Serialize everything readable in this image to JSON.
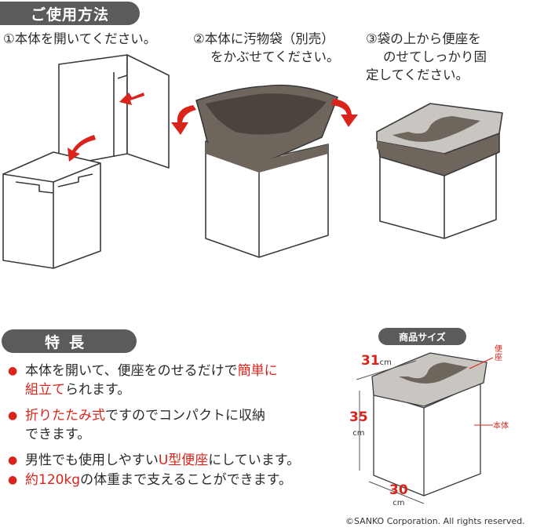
{
  "usage": {
    "title": "ご使用方法",
    "steps": [
      {
        "num": "①",
        "line1": "本体を開いてください。",
        "line2": "",
        "line3": ""
      },
      {
        "num": "②",
        "line1": "本体に汚物袋（別売）",
        "line2": "をかぶせてください。",
        "line3": ""
      },
      {
        "num": "③",
        "line1": "袋の上から便座を",
        "line2": "のせてしっかり固",
        "line3": "定してください。"
      }
    ]
  },
  "features": {
    "title": "特長",
    "items": [
      {
        "a": "本体を開いて、便座をのせるだけで",
        "highlight": "簡単に",
        "b": "",
        "cont_highlight": "組立て",
        "cont": "られます。"
      },
      {
        "a": "",
        "highlight": "折りたたみ式",
        "b": "ですのでコンパクトに収納",
        "cont_highlight": "",
        "cont": "できます。"
      },
      {
        "a": "男性でも使用しやすい",
        "highlight": "U型便座",
        "b": "にしています。",
        "cont_highlight": "",
        "cont": ""
      },
      {
        "a": "",
        "highlight": "約120kg",
        "b": "の体重まで支えることができます。",
        "cont_highlight": "",
        "cont": ""
      }
    ]
  },
  "size": {
    "title": "商品サイズ",
    "width": "31",
    "height": "35",
    "depth": "30",
    "unit": "cm",
    "part_seat": "便座",
    "part_body": "本体"
  },
  "copyright": "©SANKO Corporation. All rights reserved.",
  "colors": {
    "accent": "#d9241c",
    "pill": "#5b5b5b",
    "bag": "#6e655d",
    "seat": "#c9c6c1"
  }
}
